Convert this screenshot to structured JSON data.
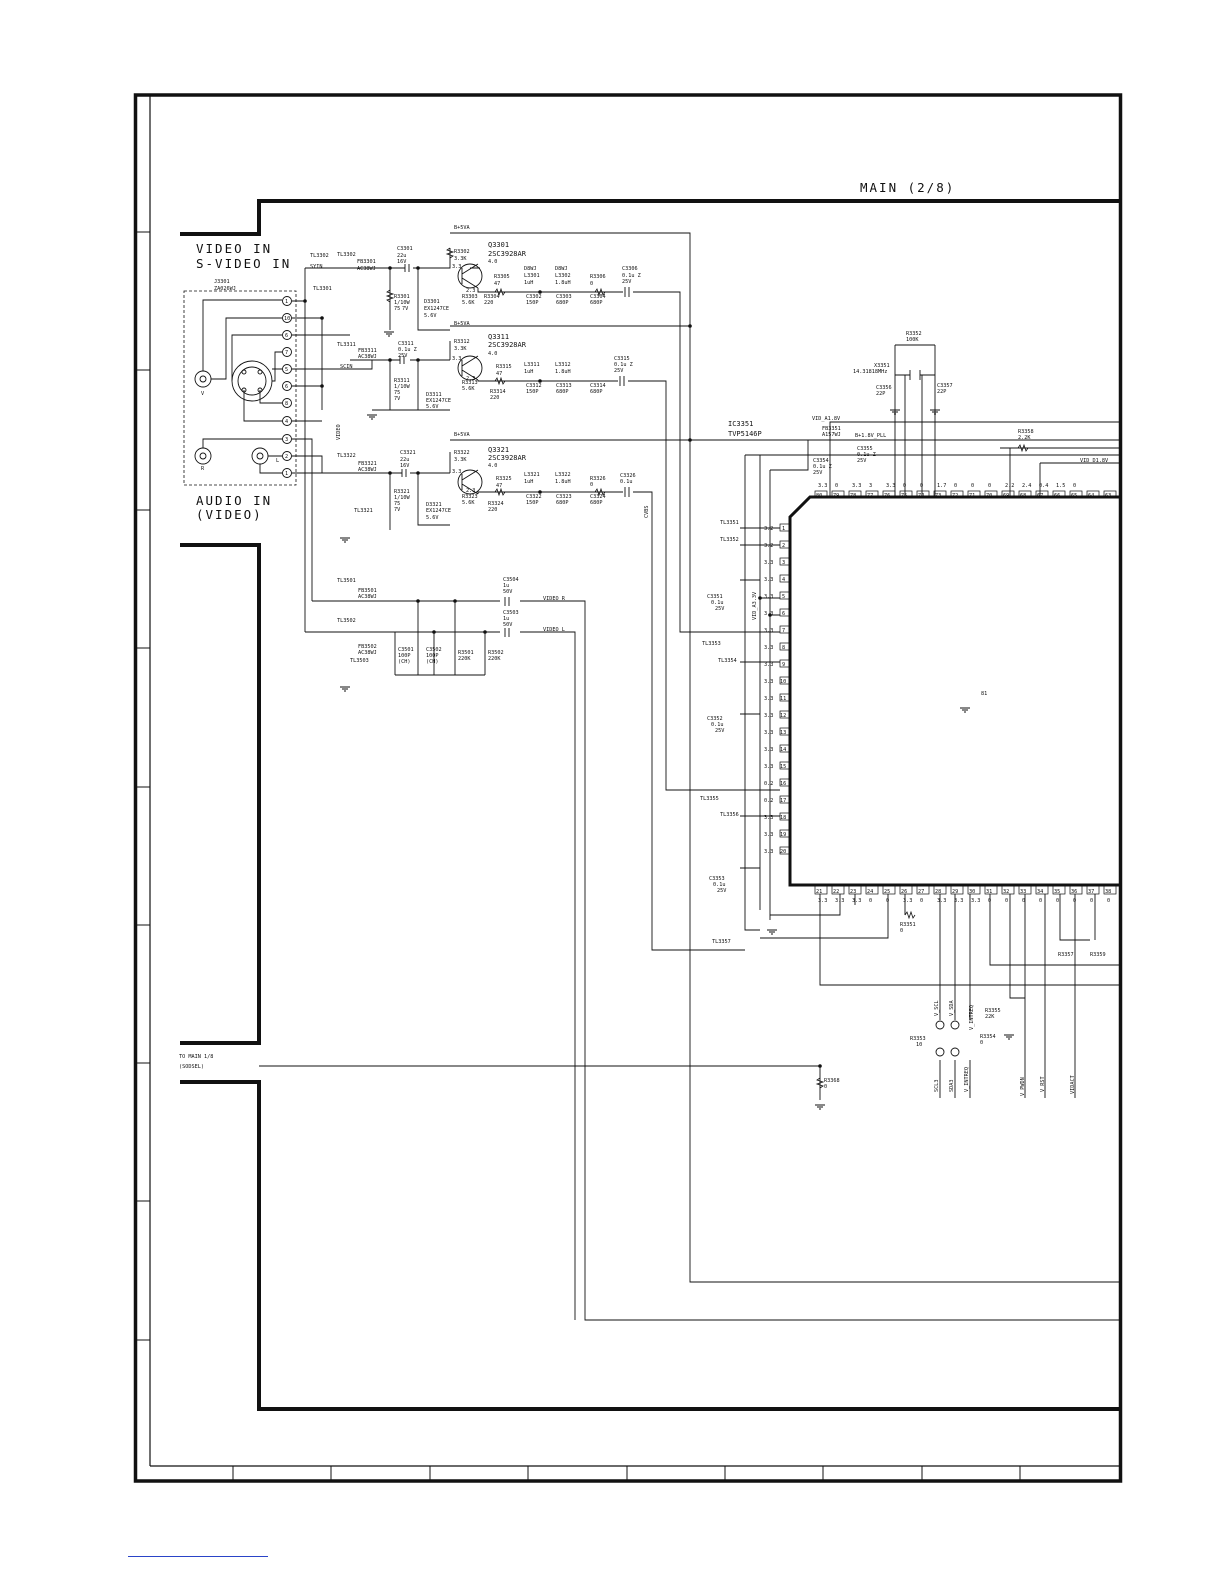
{
  "title": "MAIN (2/8)",
  "sections": {
    "video_in": "VIDEO IN",
    "s_video_in": "S-VIDEO IN",
    "audio_in": "AUDIO IN",
    "audio_in_sub": "(VIDEO)",
    "to_main_1": "TO MAIN 1/8",
    "to_main_2": "(SODSEL)"
  },
  "jack": {
    "ref": "J3301",
    "part": "ZA026WJ",
    "pins": [
      "1",
      "10",
      "6",
      "7",
      "5",
      "6",
      "8",
      "4",
      "3",
      "2",
      "1"
    ],
    "labels": [
      "V",
      "R",
      "L"
    ]
  },
  "transistors": [
    {
      "ref": "Q3301",
      "part": "2SC3928AR"
    },
    {
      "ref": "Q3311",
      "part": "2SC3928AR"
    },
    {
      "ref": "Q3321",
      "part": "2SC3928AR"
    }
  ],
  "ic": {
    "ref": "IC3351",
    "part": "TVP5146P",
    "center_pin": "81"
  },
  "net_labels": [
    "SYIN",
    "SCIN",
    "VIDEO",
    "CVBS",
    "VIDEO_R",
    "VIDEO_L",
    "B+5VA",
    "VID_A1.8V",
    "VID_D1.8V",
    "VID_A3.3V",
    "B+1.8V_PLL",
    "V_SCL",
    "V_SDA",
    "V_INTREQ",
    "V_PWDN",
    "V_RST",
    "VIDACT",
    "SCL3",
    "SDA3"
  ],
  "test_points": [
    "TL3302",
    "TL3301",
    "TL3311",
    "TL3322",
    "TL3321",
    "TL3501",
    "TL3502",
    "TL3503",
    "TL3351",
    "TL3352",
    "TL3353",
    "TL3354",
    "TL3355",
    "TL3356",
    "TL3357"
  ],
  "row1_parts": [
    "FB3301",
    "AC38WJ",
    "C3301",
    "22u",
    "16V",
    "R3302",
    "3.3K",
    "R3301",
    "1/10W",
    "75",
    "7V",
    "D3301",
    "EX1247CE",
    "5.6V",
    "R3303",
    "5.6K",
    "R3305",
    "47",
    "R3304",
    "220",
    "D8WJ",
    "L3301",
    "1uH",
    "C3302",
    "150P",
    "D8WJ",
    "L3302",
    "1.8uH",
    "C3303",
    "680P",
    "R3306",
    "0",
    "C3304",
    "680P",
    "C3306",
    "0.1u Z",
    "25V"
  ],
  "row2_parts": [
    "FB3311",
    "AC38WJ",
    "C3311",
    "0.1u Z",
    "25V",
    "R3312",
    "3.3K",
    "R3311",
    "1/10W",
    "75",
    "7V",
    "D3311",
    "EX1247CE",
    "5.6V",
    "R3313",
    "5.6K",
    "R3315",
    "47",
    "R3314",
    "220",
    "L3311",
    "1uH",
    "C3312",
    "150P",
    "L3312",
    "1.8uH",
    "C3313",
    "680P",
    "C3314",
    "680P",
    "C3315",
    "0.1u Z",
    "25V"
  ],
  "row3_parts": [
    "FB3321",
    "AC38WJ",
    "C3321",
    "22u",
    "16V",
    "R3322",
    "3.3K",
    "R3321",
    "1/10W",
    "75",
    "7V",
    "D3321",
    "EX1247CE",
    "5.6V",
    "R3323",
    "5.6K",
    "R3325",
    "47",
    "R3324",
    "220",
    "L3321",
    "1uH",
    "C3322",
    "150P",
    "L3322",
    "1.8uH",
    "C3323",
    "680P",
    "R3326",
    "0",
    "C3324",
    "680P",
    "C3326",
    "0.1u"
  ],
  "audio_parts": [
    "FB3501",
    "AC38WJ",
    "FB3502",
    "AC38WJ",
    "C3504",
    "1u",
    "50V",
    "C3503",
    "1u",
    "50V",
    "C3501",
    "100P",
    "(CH)",
    "C3502",
    "100P",
    "(CH)",
    "R3501",
    "220K",
    "R3502",
    "220K"
  ],
  "crystal_parts": [
    "R3352",
    "100K",
    "X3351",
    "14.31818MHz",
    "C3356",
    "22P",
    "C3357",
    "22P",
    "R3358",
    "2.2K",
    "FB3351",
    "A157WJ",
    "C3354",
    "0.1u Z",
    "25V",
    "C3355",
    "0.1u Z",
    "25V"
  ],
  "side_caps": [
    "C3351",
    "0.1u",
    "25V",
    "C3352",
    "0.1u",
    "25V",
    "C3353",
    "0.1u",
    "25V"
  ],
  "misc_parts": [
    "R3351",
    "0",
    "R3353",
    "10",
    "R3354",
    "0",
    "R3355",
    "22K",
    "R3357",
    "R3359",
    "R3368",
    "0"
  ],
  "pins_top": [
    "80",
    "79",
    "78",
    "77",
    "76",
    "75",
    "74",
    "73",
    "72",
    "71",
    "70",
    "69",
    "68",
    "67",
    "66",
    "65",
    "64",
    "63"
  ],
  "pins_left": [
    "1",
    "2",
    "3",
    "4",
    "5",
    "6",
    "7",
    "8",
    "9",
    "10",
    "11",
    "12",
    "13",
    "14",
    "15",
    "16",
    "17",
    "18",
    "19",
    "20"
  ],
  "pins_bottom": [
    "21",
    "22",
    "23",
    "24",
    "25",
    "26",
    "27",
    "28",
    "29",
    "30",
    "31",
    "32",
    "33",
    "34",
    "35",
    "36",
    "37",
    "38"
  ],
  "v_top": [
    "3.3",
    "0",
    "3.3",
    "3",
    "3.3",
    "0",
    "0",
    "1.7",
    "0",
    "0",
    "0",
    "2.2",
    "2.4",
    "0.4",
    "1.5",
    "0"
  ],
  "v_left": [
    "3.2",
    "3.2",
    "3.3",
    "3.3",
    "3.3",
    "3.3",
    "3.3",
    "3.3",
    "3.3",
    "3.3",
    "3.3",
    "3.3",
    "3.3",
    "3.3",
    "3.3",
    "0.2",
    "0.2",
    "3.3",
    "3.3",
    "3.3"
  ],
  "v_bottom": [
    "3.3",
    "3.3",
    "3.3",
    "0",
    "0",
    "3.3",
    "0",
    "3.3",
    "3.3",
    "3.3",
    "0",
    "0",
    "0",
    "0",
    "0",
    "0",
    "0",
    "0"
  ],
  "volts_q1": [
    "4.0",
    "3.3",
    "2.3"
  ],
  "volts_q2": [
    "4.0",
    "3.3",
    "2.3"
  ],
  "volts_q3": [
    "4.0",
    "3.3",
    "2.3"
  ],
  "colors": {
    "ink": "#111111",
    "frame": "#111111",
    "link": "#2a44c8"
  }
}
